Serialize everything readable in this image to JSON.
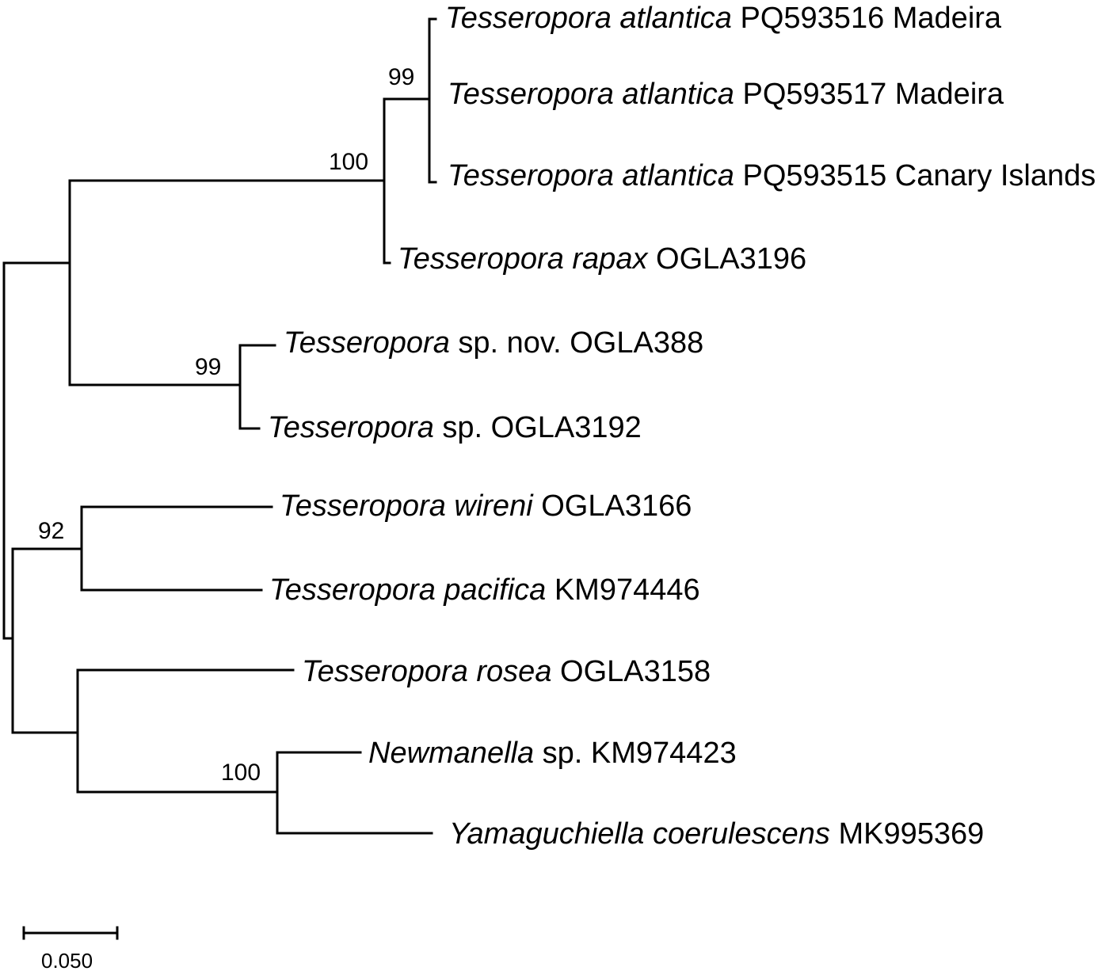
{
  "tree": {
    "line_color": "#000000",
    "tips": [
      {
        "italic": "Tesseropora atlantica",
        "rest": "PQ593516 Madeira"
      },
      {
        "italic": "Tesseropora atlantica",
        "rest": "PQ593517 Madeira"
      },
      {
        "italic": "Tesseropora atlantica",
        "rest": "PQ593515 Canary Islands"
      },
      {
        "italic": "Tesseropora rapax",
        "rest": "OGLA3196"
      },
      {
        "italic": "Tesseropora",
        "rest": "sp. nov. OGLA388"
      },
      {
        "italic": "Tesseropora",
        "rest": "sp. OGLA3192"
      },
      {
        "italic": "Tesseropora wireni",
        "rest": "OGLA3166"
      },
      {
        "italic": "Tesseropora pacifica",
        "rest": "KM974446"
      },
      {
        "italic": "Tesseropora rosea",
        "rest": "OGLA3158"
      },
      {
        "italic": "Newmanella",
        "rest": "sp. KM974423"
      },
      {
        "italic": "Yamaguchiella coerulescens",
        "rest": "MK995369"
      }
    ],
    "bootstrap": [
      {
        "clade": "atlantica",
        "value": "99"
      },
      {
        "clade": "atlantica-rapax",
        "value": "100"
      },
      {
        "clade": "sp-nov-sp",
        "value": "99"
      },
      {
        "clade": "wireni-pacifica",
        "value": "92"
      },
      {
        "clade": "newmanella-yamaguchiella",
        "value": "100"
      }
    ],
    "scale_bar": {
      "label": "0.050"
    }
  }
}
